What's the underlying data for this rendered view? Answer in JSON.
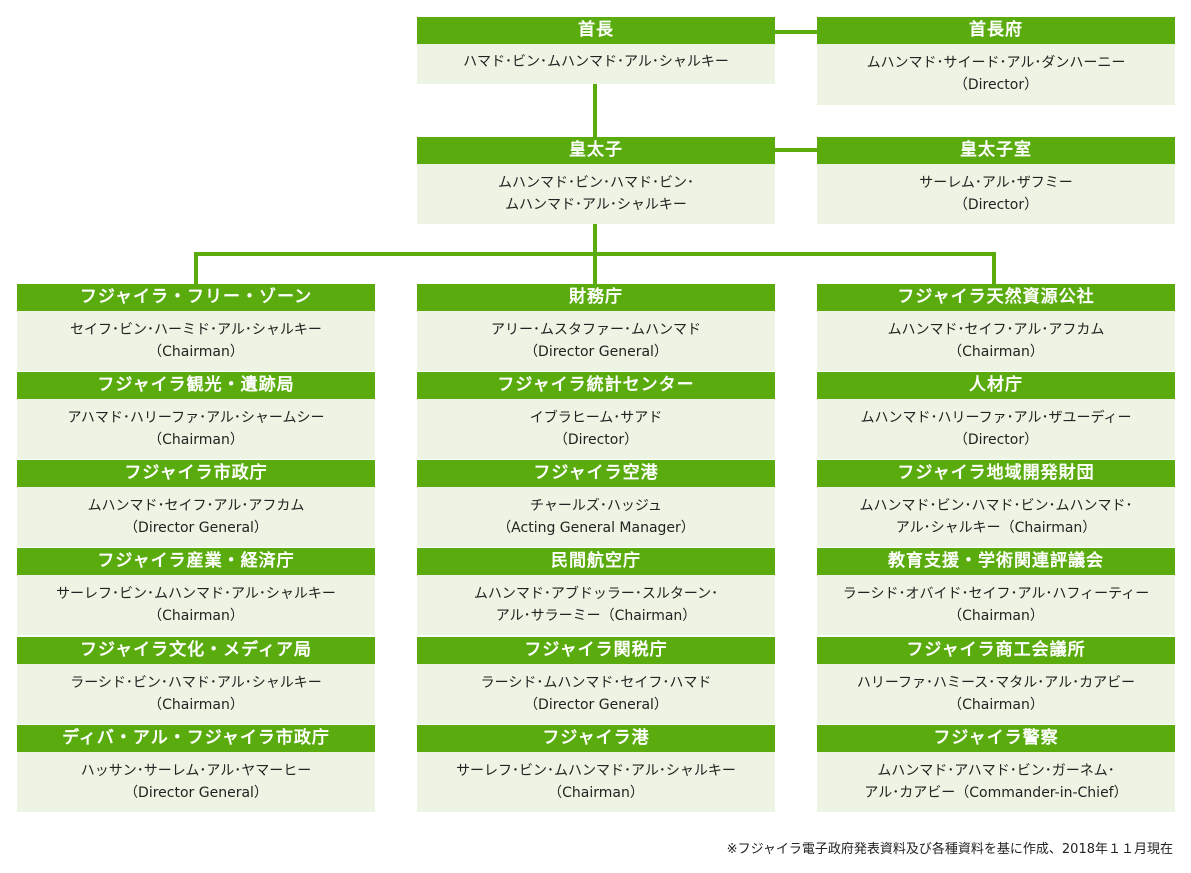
{
  "top": {
    "leader": {
      "title": "首長",
      "lines": [
        "ハマド･ビン･ムハンマド･アル･シャルキー"
      ]
    },
    "leader_office": {
      "title": "首長府",
      "lines": [
        "ムハンマド･サイード･アル･ダンハーニー",
        "（Director）"
      ]
    },
    "crown_prince": {
      "title": "皇太子",
      "lines": [
        "ムハンマド･ビン･ハマド･ビン･",
        "ムハンマド･アル･シャルキー"
      ]
    },
    "crown_prince_office": {
      "title": "皇太子室",
      "lines": [
        "サーレム･アル･ザフミー",
        "（Director）"
      ]
    }
  },
  "columns": [
    [
      {
        "title": "フジャイラ・フリー・ゾーン",
        "lines": [
          "セイフ･ビン･ハーミド･アル･シャルキー",
          "（Chairman）"
        ]
      },
      {
        "title": "フジャイラ観光・遺跡局",
        "lines": [
          "アハマド･ハリーファ･アル･シャームシー",
          "（Chairman）"
        ]
      },
      {
        "title": "フジャイラ市政庁",
        "lines": [
          "ムハンマド･セイフ･アル･アフカム",
          "（Director General）"
        ]
      },
      {
        "title": "フジャイラ産業・経済庁",
        "lines": [
          "サーレフ･ビン･ムハンマド･アル･シャルキー",
          "（Chairman）"
        ]
      },
      {
        "title": "フジャイラ文化・メディア局",
        "lines": [
          "ラーシド･ビン･ハマド･アル･シャルキー",
          "（Chairman）"
        ]
      },
      {
        "title": "ディバ・アル・フジャイラ市政庁",
        "lines": [
          "ハッサン･サーレム･アル･ヤマーヒー",
          "（Director General）"
        ]
      }
    ],
    [
      {
        "title": "財務庁",
        "lines": [
          "アリー･ムスタファー･ムハンマド",
          "（Director General）"
        ]
      },
      {
        "title": "フジャイラ統計センター",
        "lines": [
          "イブラヒーム･サアド",
          "（Director）"
        ]
      },
      {
        "title": "フジャイラ空港",
        "lines": [
          "チャールズ･ハッジュ",
          "（Acting General Manager）"
        ]
      },
      {
        "title": "民間航空庁",
        "lines": [
          "ムハンマド･アブドッラー･スルターン･",
          "アル･サラーミー（Chairman）"
        ]
      },
      {
        "title": "フジャイラ関税庁",
        "lines": [
          "ラーシド･ムハンマド･セイフ･ハマド",
          "（Director General）"
        ]
      },
      {
        "title": "フジャイラ港",
        "lines": [
          "サーレフ･ビン･ムハンマド･アル･シャルキー",
          "（Chairman）"
        ]
      }
    ],
    [
      {
        "title": "フジャイラ天然資源公社",
        "lines": [
          "ムハンマド･セイフ･アル･アフカム",
          "（Chairman）"
        ]
      },
      {
        "title": "人材庁",
        "lines": [
          "ムハンマド･ハリーファ･アル･ザユーディー",
          "（Director）"
        ]
      },
      {
        "title": "フジャイラ地域開発財団",
        "lines": [
          "ムハンマド･ビン･ハマド･ビン･ムハンマド･",
          "アル･シャルキー（Chairman）"
        ]
      },
      {
        "title": "教育支援・学術関連評議会",
        "lines": [
          "ラーシド･オバイド･セイフ･アル･ハフィーティー",
          "（Chairman）"
        ]
      },
      {
        "title": "フジャイラ商工会議所",
        "lines": [
          "ハリーファ･ハミース･マタル･アル･カアビー",
          "（Chairman）"
        ]
      },
      {
        "title": "フジャイラ警察",
        "lines": [
          "ムハンマド･アハマド･ビン･ガーネム･",
          "アル･カアビー（Commander-in-Chief）"
        ]
      }
    ]
  ],
  "footnote": "※フジャイラ電子政府発表資料及び各種資料を基に作成、2018年１１月現在",
  "colors": {
    "accent": "#5aac0e",
    "box_fill": "#eef4e3"
  }
}
